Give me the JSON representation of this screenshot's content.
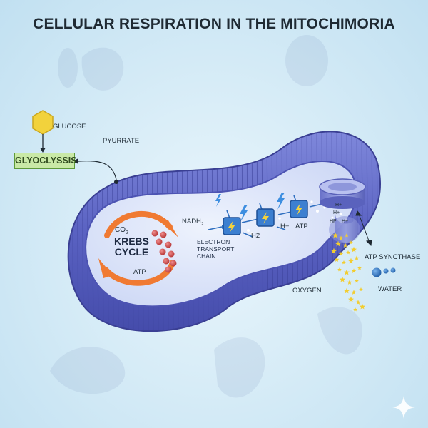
{
  "title": "CELLULAR RESPIRATION IN THE MITOCHIMORIA",
  "labels": {
    "glucose": "GLUCOSE",
    "pyruvate": "PYURRATE",
    "glycolysis": "GLYOCLYSSIS",
    "co2_main": "CO",
    "co2_sub": "2",
    "krebs_line1": "KREBS",
    "krebs_line2": "CYCLE",
    "atp_krebs": "ATP",
    "nadh_main": "NADH",
    "nadh_sub": "2",
    "etc_line1": "ELECTRON",
    "etc_line2": "TRANSPORT",
    "etc_line3": "CHAIN",
    "h2": "H2",
    "hplus": "H+",
    "atp_chain": "ATP",
    "hplus_a": "H+",
    "hplus_b": "H+",
    "hplus_c": "H+",
    "hp": "HP",
    "atp_synthase": "ATP SYNCTHASE",
    "oxygen": "OXYGEN",
    "water": "WATER"
  },
  "colors": {
    "membrane": "#5b63c4",
    "matrix": "#dfe7fb",
    "krebs_arrow": "#f07a32",
    "glycolysis_box": "#c9e9a6",
    "glucose": "#f2d23c",
    "etc_protein": "#3c7fd0",
    "oxygen_stars": "#f3cd2f",
    "water": "#2f6fc0"
  },
  "icons": [
    "hexagon-glucose-icon",
    "lightning-icon",
    "star-icon",
    "sparkle-icon"
  ]
}
